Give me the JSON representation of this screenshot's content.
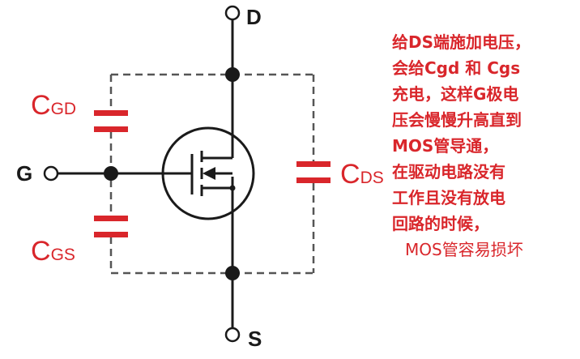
{
  "terminals": {
    "drain": "D",
    "gate": "G",
    "source": "S"
  },
  "capacitors": {
    "gate_drain": {
      "main": "C",
      "sub": "GD"
    },
    "gate_source": {
      "main": "C",
      "sub": "GS"
    },
    "drain_source": {
      "main": "C",
      "sub": "DS"
    }
  },
  "colors": {
    "wire": "#1a1a1a",
    "dashed": "#555555",
    "capacitor": "#d9262b",
    "note_text": "#d9262b"
  },
  "note": {
    "lines": [
      "给DS端施加电压，",
      "会给Cgd 和 Cgs",
      "充电，这样G极电",
      "压会慢慢升高直到",
      "MOS管导通，",
      "在驱动电路没有",
      "工作且没有放电",
      "回路的时候，",
      "MOS管容易损坏"
    ]
  }
}
